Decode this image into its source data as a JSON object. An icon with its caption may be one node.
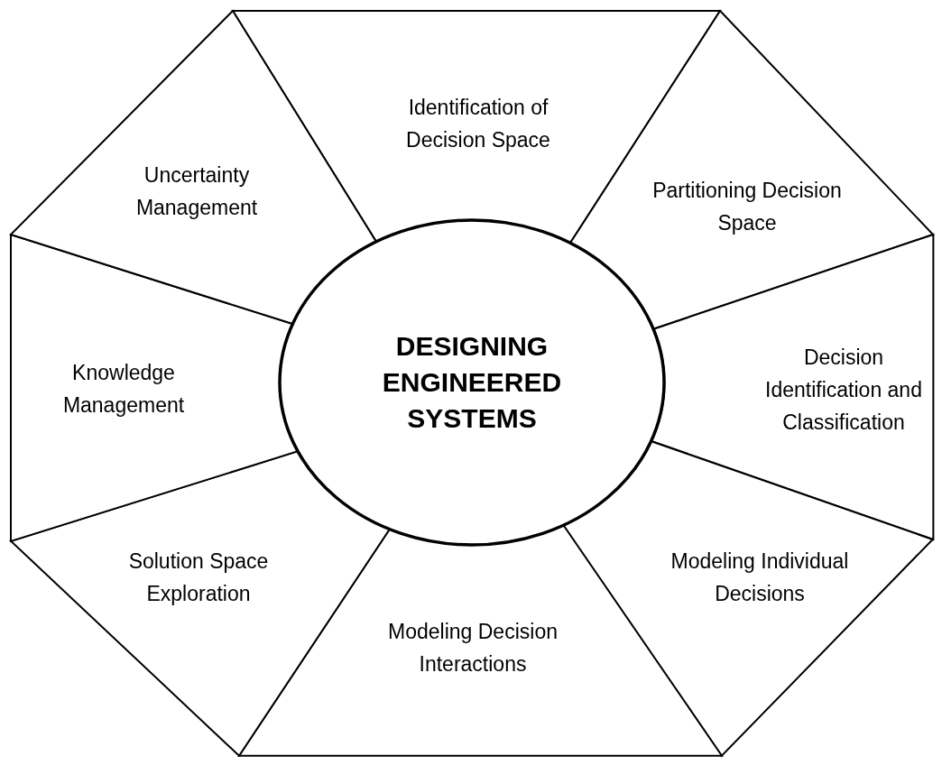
{
  "diagram": {
    "nodes": [
      {
        "text": [
          "DESIGNING ENGINEERED SYSTEMS"
        ]
      },
      {
        "text": [
          "Identification of Decision Space"
        ]
      },
      {
        "text": [
          "Partitioning Decision Space"
        ]
      },
      {
        "text": [
          "Decision Identification and Classification"
        ]
      },
      {
        "text": [
          "Modeling Individual Decisions"
        ]
      },
      {
        "text": [
          "Modeling Decision Interactions"
        ]
      },
      {
        "text": [
          "Solution Space Exploration"
        ]
      },
      {
        "text": [
          "Knowledge Management"
        ]
      },
      {
        "text": [
          "Uncertainty Management"
        ]
      }
    ]
  }
}
